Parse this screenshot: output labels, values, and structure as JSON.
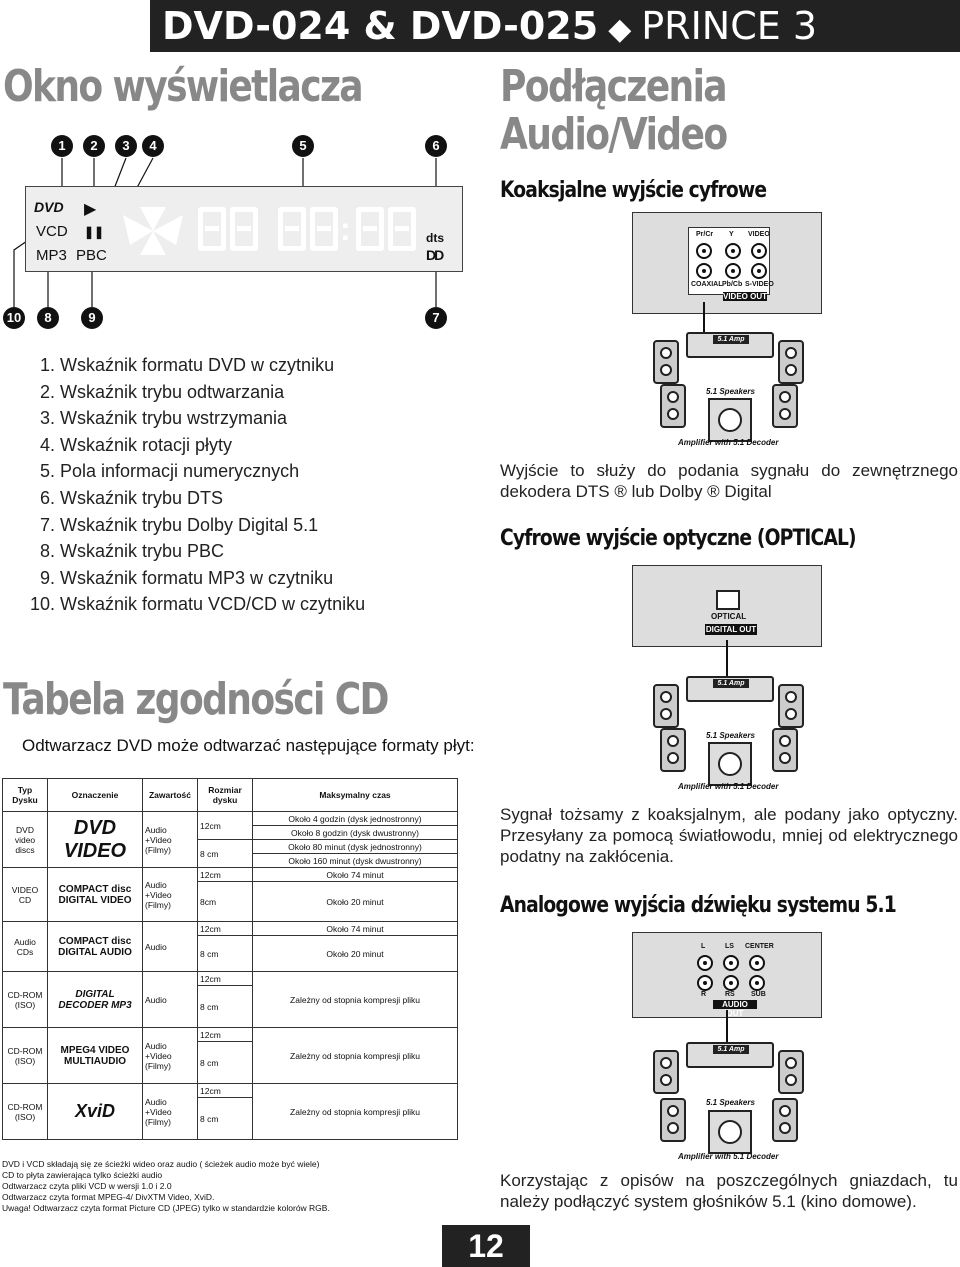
{
  "header": {
    "models": "DVD-024 & DVD-025",
    "sep": "◆",
    "series": "PRINCE 3"
  },
  "display_section": {
    "title": "Okno wyświetlacza",
    "top_numbers": [
      "1",
      "2",
      "3",
      "4",
      "5",
      "6"
    ],
    "bottom_numbers": [
      "10",
      "8",
      "9",
      "7"
    ],
    "panel": {
      "dvd": "DVD",
      "vcd": "VCD",
      "mp3": "MP3",
      "pbc": "PBC",
      "play": "▶",
      "pause": "❚❚",
      "dts": "dts",
      "dolby": "DD",
      "colon": ":"
    },
    "items": [
      "1. Wskaźnik formatu DVD w czytniku",
      "2. Wskaźnik trybu odtwarzania",
      "3. Wskaźnik trybu wstrzymania",
      "4. Wskaźnik rotacji płyty",
      "5. Pola informacji numerycznych",
      "6. Wskaźnik trybu DTS",
      "7. Wskaźnik trybu Dolby Digital 5.1",
      "8. Wskaźnik trybu PBC",
      "9. Wskaźnik formatu MP3 w czytniku",
      "10. Wskaźnik formatu VCD/CD w czytniku"
    ]
  },
  "av_section": {
    "title_line1": "Podłączenia",
    "title_line2": "Audio/Video",
    "coax": {
      "heading": "Koaksjalne wyjście cyfrowe",
      "labels_top": [
        "Pr/Cr",
        "Y",
        "VIDEO"
      ],
      "labels_bottom": [
        "COAXIAL",
        "Pb/Cb",
        "S-VIDEO"
      ],
      "bar": "VIDEO OUT",
      "desc": "Wyjście to służy do podania sygnału do zewnętrznego dekodera DTS ® lub Dolby ® Digital"
    },
    "optical": {
      "heading": "Cyfrowe wyjście optyczne (OPTICAL)",
      "label": "OPTICAL",
      "bar": "DIGITAL OUT",
      "desc": "Sygnał tożsamy z koaksjalnym, ale podany jako optyczny. Przesyłany za pomocą światłowodu, mniej od elektrycznego podatny na zakłócenia."
    },
    "analog": {
      "heading": "Analogowe wyjścia dźwięku systemu 5.1",
      "labels_top": [
        "L",
        "LS",
        "CENTER"
      ],
      "labels_bottom": [
        "R",
        "RS",
        "SUB"
      ],
      "bar": "AUDIO OUT",
      "desc": "Korzystając z opisów na poszczególnych gniazdach, tu należy podłączyć system głośników 5.1 (kino domowe)."
    },
    "diagram": {
      "amp": "5.1 Amp",
      "speakers": "5.1 Speakers",
      "caption": "Amplifier with 5.1 Decoder"
    }
  },
  "cd_section": {
    "title": "Tabela zgodności CD",
    "intro": "Odtwarzacz DVD może odtwarzać następujące formaty płyt:",
    "columns": [
      "Typ Dysku",
      "Oznaczenie",
      "Zawartość",
      "Rozmiar dysku",
      "Maksymalny czas"
    ],
    "rows": [
      {
        "type": "DVD video discs",
        "logo": "DVD VIDEO",
        "content": "Audio +Video (Filmy)",
        "sizes": [
          {
            "size": "12cm",
            "times": [
              "Około 4 godzin (dysk jednostronny)",
              "Około 8 godzin (dysk dwustronny)"
            ]
          },
          {
            "size": "8 cm",
            "times": [
              "Około 80 minut (dysk jednostronny)",
              "Około 160 minut (dysk dwustronny)"
            ]
          }
        ]
      },
      {
        "type": "VIDEO CD",
        "logo": "COMPACT disc DIGITAL VIDEO",
        "content": "Audio +Video (Filmy)",
        "sizes": [
          {
            "size": "12cm",
            "times": [
              "Około 74 minut"
            ]
          },
          {
            "size": "8cm",
            "times": [
              "Około 20 minut"
            ]
          }
        ]
      },
      {
        "type": "Audio CDs",
        "logo": "COMPACT disc DIGITAL AUDIO",
        "content": "Audio",
        "sizes": [
          {
            "size": "12cm",
            "times": [
              "Około 74 minut"
            ]
          },
          {
            "size": "8 cm",
            "times": [
              "Około 20 minut"
            ]
          }
        ]
      },
      {
        "type": "CD-ROM (ISO)",
        "logo": "DIGITAL DECODER MP3",
        "content": "Audio",
        "sizes": [
          {
            "size": "12cm",
            "times": [
              ""
            ]
          },
          {
            "size": "8 cm",
            "times": [
              "Zależny od stopnia kompresji pliku"
            ]
          }
        ]
      },
      {
        "type": "CD-ROM (ISO)",
        "logo": "MPEG4 VIDEO MULTIAUDIO",
        "content": "Audio +Video (Filmy)",
        "sizes": [
          {
            "size": "12cm",
            "times": [
              ""
            ]
          },
          {
            "size": "8 cm",
            "times": [
              "Zależny od stopnia kompresji pliku"
            ]
          }
        ]
      },
      {
        "type": "CD-ROM (ISO)",
        "logo": "XviD",
        "content": "Audio +Video (Filmy)",
        "sizes": [
          {
            "size": "12cm",
            "times": [
              ""
            ]
          },
          {
            "size": "8 cm",
            "times": [
              "Zależny od stopnia kompresji pliku"
            ]
          }
        ]
      }
    ],
    "notes": [
      "DVD i VCD składają się ze ścieżki wideo oraz audio ( ścieżek audio może być wiele)",
      "CD to płyta zawierająca tylko ścieżki audio",
      "Odtwarzacz czyta pliki VCD w wersji 1.0 i 2.0",
      "Odtwarzacz czyta format MPEG-4/ DivXTM Video, XviD.",
      "Uwaga! Odtwarzacz czyta format Picture CD (JPEG) tylko w standardzie kolorów RGB."
    ]
  },
  "page_number": "12"
}
